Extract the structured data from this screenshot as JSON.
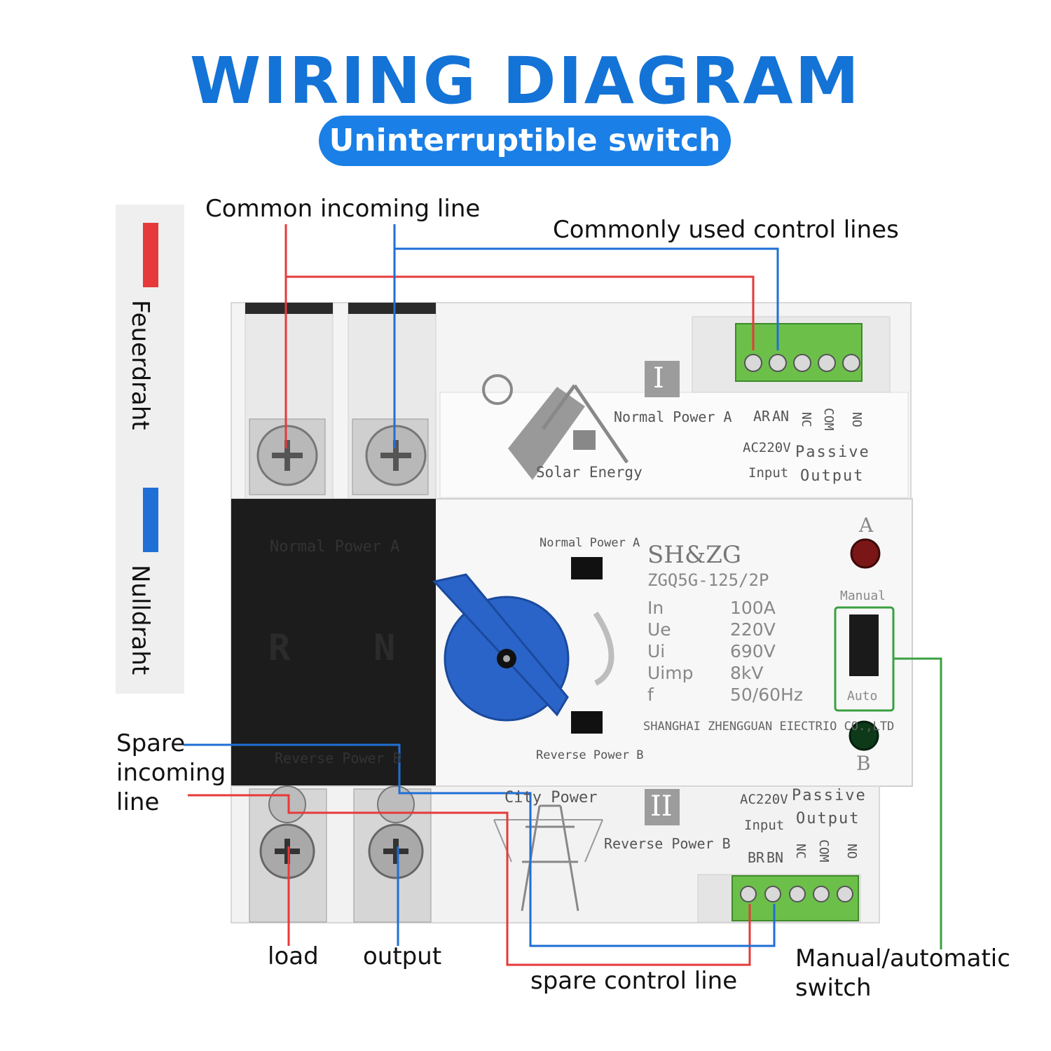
{
  "header": {
    "title": "WIRING DIAGRAM",
    "subtitle": "Uninterruptible switch"
  },
  "legend": {
    "fire_wire": "Feuerdraht",
    "neutral_wire": "Nulldraht",
    "fire_color": "#e63a3a",
    "neutral_color": "#1f6fd6"
  },
  "labels": {
    "common_incoming": "Common incoming line",
    "control_lines": "Commonly used control lines",
    "spare_incoming": [
      "Spare",
      "incoming",
      "line"
    ],
    "load": "load",
    "output": "output",
    "spare_control": "spare control line",
    "manual_auto": [
      "Manual/automatic",
      "switch"
    ]
  },
  "device": {
    "top_module": {
      "roman": "I",
      "name": "Normal Power A",
      "icon_label": "Solar Energy",
      "terminals": [
        "AR",
        "AN"
      ],
      "voltage": "AC220V",
      "input": "Input",
      "passive": "Passive",
      "output": "Output",
      "contacts": [
        "NC",
        "COM",
        "NO"
      ]
    },
    "bottom_module": {
      "roman": "II",
      "name": "Reverse Power B",
      "icon_label": "City Power",
      "terminals": [
        "BR",
        "BN"
      ],
      "voltage": "AC220V",
      "input": "Input",
      "passive": "Passive",
      "output": "Output",
      "contacts": [
        "NC",
        "COM",
        "NO"
      ]
    },
    "breaker": {
      "top_text": "Normal Power A",
      "bottom_text": "Reverse Power B",
      "poles": [
        "R",
        "N"
      ]
    },
    "panel": {
      "normal_power": "Normal Power A",
      "reverse_power": "Reverse Power B",
      "brand": "SH&ZG",
      "model": "ZGQ5G-125/2P",
      "specs": [
        {
          "key": "In",
          "value": "100A"
        },
        {
          "key": "Ue",
          "value": "220V"
        },
        {
          "key": "Ui",
          "value": "690V"
        },
        {
          "key": "Uimp",
          "value": "8kV"
        },
        {
          "key": "f",
          "value": "50/60Hz"
        }
      ],
      "maker": "SHANGHAI ZHENGGUAN EIECTRIO CO.,LTD",
      "led_a": "A",
      "led_b": "B",
      "manual": "Manual",
      "auto": "Auto"
    }
  },
  "colors": {
    "title_blue": "#1473d6",
    "pill_blue": "#1a7fe6",
    "terminal_green": "#6cc04a",
    "switch_blue": "#2b64c8",
    "control_green": "#3aa040"
  }
}
